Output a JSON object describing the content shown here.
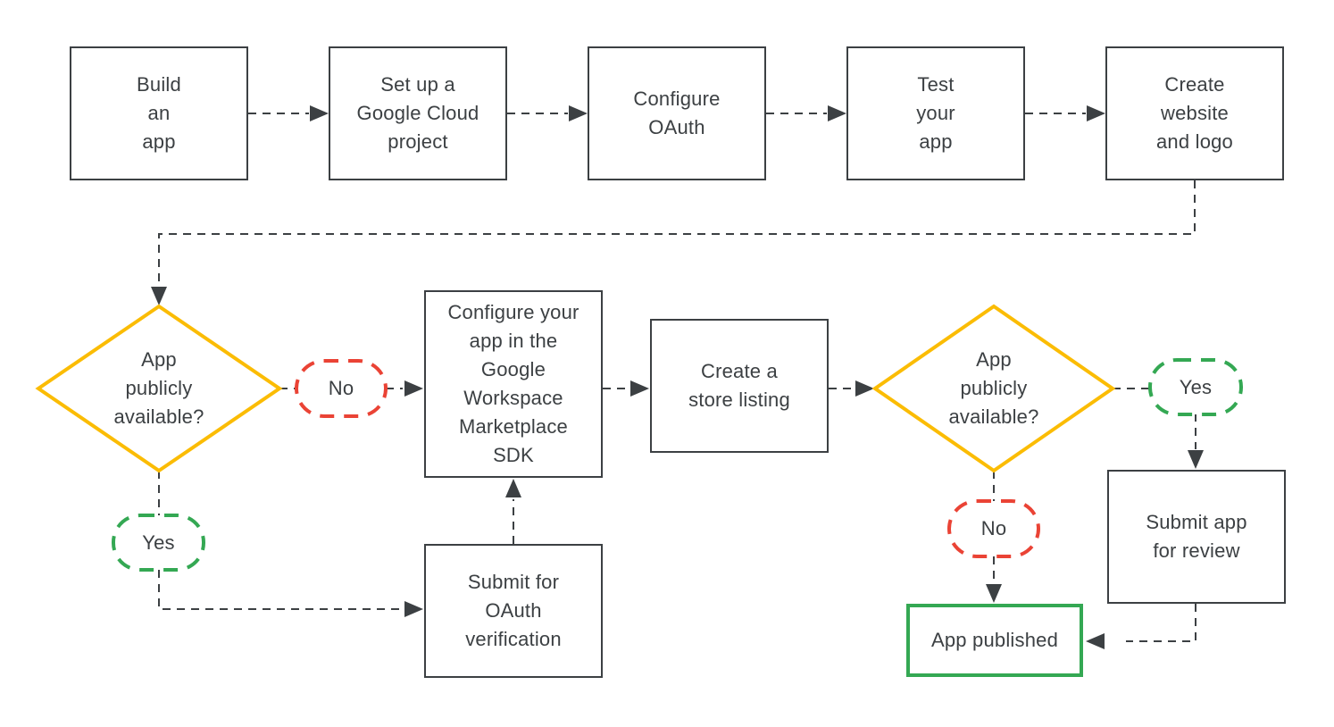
{
  "colors": {
    "line": "#3c4043",
    "text": "#3c4043",
    "box-border": "#3c4043",
    "decision-border": "#fbbc04",
    "no-border": "#ea4335",
    "yes-border": "#34a853",
    "published-border": "#34a853",
    "background": "#ffffff"
  },
  "nodes": {
    "build_app": {
      "label": "Build\nan\napp"
    },
    "setup_gcp": {
      "label": "Set up a\nGoogle Cloud\nproject"
    },
    "configure_oauth": {
      "label": "Configure\nOAuth"
    },
    "test_app": {
      "label": "Test\nyour\napp"
    },
    "create_website": {
      "label": "Create\nwebsite\nand logo"
    },
    "decision_public_left": {
      "label": "App\npublicly\navailable?"
    },
    "no_left": {
      "label": "No"
    },
    "yes_left": {
      "label": "Yes"
    },
    "configure_sdk": {
      "label": "Configure your\napp in the\nGoogle\nWorkspace\nMarketplace\nSDK"
    },
    "submit_oauth": {
      "label": "Submit for\nOAuth\nverification"
    },
    "create_store_listing": {
      "label": "Create a\nstore listing"
    },
    "decision_public_right": {
      "label": "App\npublicly\navailable?"
    },
    "yes_right": {
      "label": "Yes"
    },
    "no_right": {
      "label": "No"
    },
    "submit_review": {
      "label": "Submit app\nfor review"
    },
    "app_published": {
      "label": "App published"
    }
  },
  "edges": [
    {
      "from": "build_app",
      "to": "setup_gcp"
    },
    {
      "from": "setup_gcp",
      "to": "configure_oauth"
    },
    {
      "from": "configure_oauth",
      "to": "test_app"
    },
    {
      "from": "test_app",
      "to": "create_website"
    },
    {
      "from": "create_website",
      "to": "decision_public_left"
    },
    {
      "from": "decision_public_left",
      "to": "configure_sdk",
      "label": "No"
    },
    {
      "from": "decision_public_left",
      "to": "submit_oauth",
      "label": "Yes"
    },
    {
      "from": "submit_oauth",
      "to": "configure_sdk"
    },
    {
      "from": "configure_sdk",
      "to": "create_store_listing"
    },
    {
      "from": "create_store_listing",
      "to": "decision_public_right"
    },
    {
      "from": "decision_public_right",
      "to": "submit_review",
      "label": "Yes"
    },
    {
      "from": "decision_public_right",
      "to": "app_published",
      "label": "No"
    },
    {
      "from": "submit_review",
      "to": "app_published"
    }
  ]
}
